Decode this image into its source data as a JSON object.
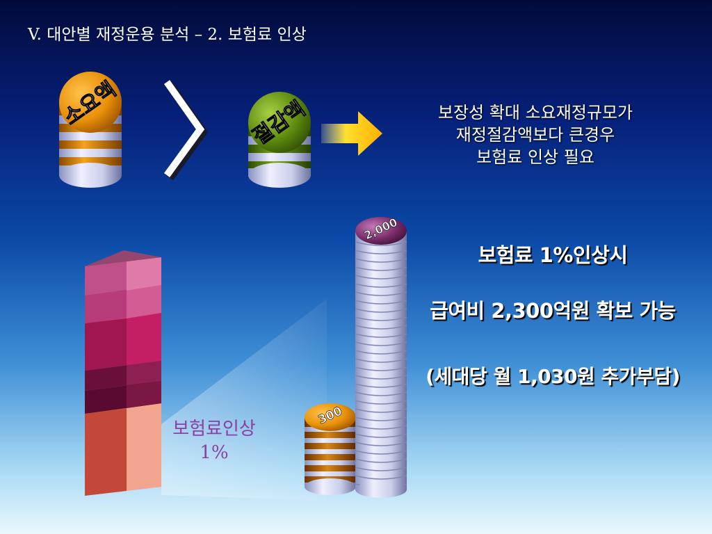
{
  "slide": {
    "title": "V. 대안별 재정운용 분석 – 2. 보험료 인상"
  },
  "coins": {
    "required_label": "소요액",
    "savings_label": "절감액",
    "gt_symbol": "〉",
    "small_stack_label": "300",
    "large_stack_label": "2,000"
  },
  "description": {
    "line1": "보장성 확대 소요재정규모가",
    "line2": "재정절감액보다 큰경우",
    "line3": "보험료 인상 필요"
  },
  "result": {
    "line1": "보험료 1%인상시",
    "line2": "급여비 2,300억원 확보 가능",
    "line3": "(세대당 월 1,030원 추가부담)"
  },
  "rate_increase": {
    "line1": "보험료인상",
    "line2": "1%"
  },
  "colors": {
    "gold": "#e8900a",
    "green": "#5c8a0e",
    "purple": "#7a2d6a",
    "block_top": "#e07aa8",
    "block_bottom": "#d9634e"
  }
}
